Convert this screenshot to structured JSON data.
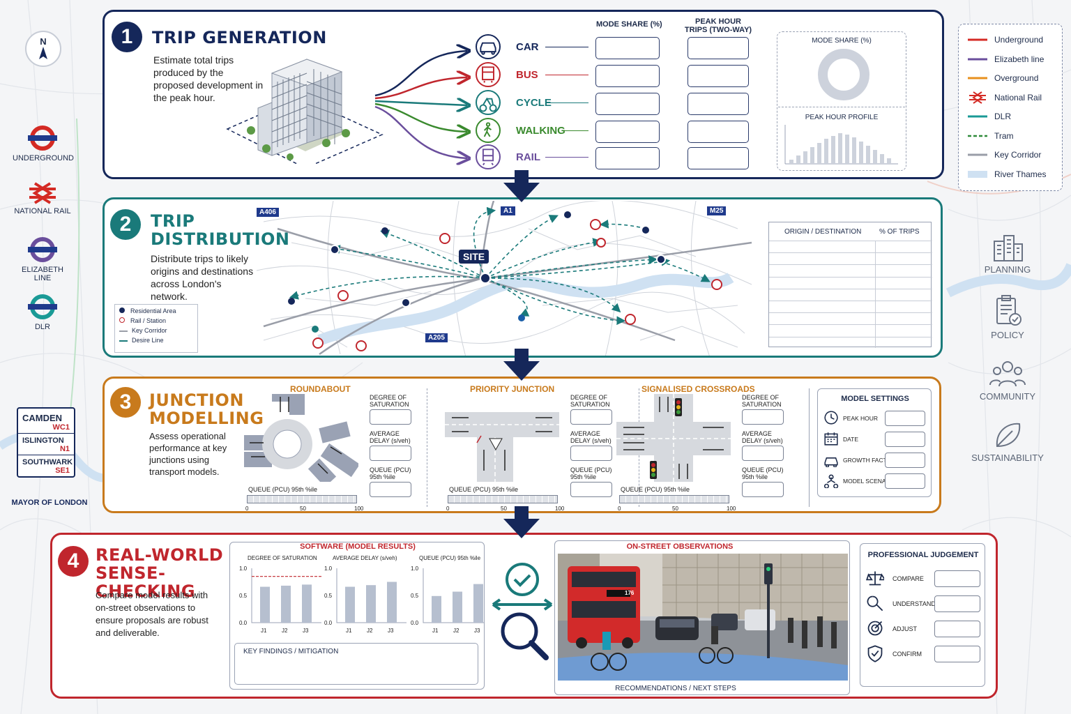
{
  "compass": {
    "letter": "N"
  },
  "left_legend": [
    {
      "label": "UNDERGROUND",
      "icon": "underground-roundel-icon",
      "color": "#d42a24"
    },
    {
      "label": "NATIONAL RAIL",
      "icon": "national-rail-icon",
      "color": "#d42a24"
    },
    {
      "label": "ELIZABETH LINE",
      "icon": "elizabeth-line-roundel-icon",
      "color": "#6a4e9c"
    },
    {
      "label": "DLR",
      "icon": "dlr-roundel-icon",
      "color": "#1a9a96"
    }
  ],
  "boroughs": [
    {
      "name": "CAMDEN",
      "code": "WC1"
    },
    {
      "name": "ISLINGTON",
      "code": "N1"
    },
    {
      "name": "SOUTHWARK",
      "code": "SE1"
    }
  ],
  "mayor": "MAYOR OF LONDON",
  "right_legend": [
    {
      "label": "Underground",
      "color": "#d42a24",
      "style": "solid"
    },
    {
      "label": "Elizabeth line",
      "color": "#6a4e9c",
      "style": "solid"
    },
    {
      "label": "Overground",
      "color": "#e8901e",
      "style": "solid"
    },
    {
      "label": "National Rail",
      "color": "#d42a24",
      "style": "rail-icon"
    },
    {
      "label": "DLR",
      "color": "#1a9a96",
      "style": "solid"
    },
    {
      "label": "Tram",
      "color": "#2e8a3a",
      "style": "dashed"
    },
    {
      "label": "Key Corridor",
      "color": "#9a9ea8",
      "style": "solid"
    },
    {
      "label": "River Thames",
      "color": "#cfe1f2",
      "style": "band"
    }
  ],
  "right_icons": [
    {
      "label": "PLANNING",
      "icon": "buildings-icon"
    },
    {
      "label": "POLICY",
      "icon": "clipboard-check-icon"
    },
    {
      "label": "COMMUNITY",
      "icon": "people-icon"
    },
    {
      "label": "SUSTAINABILITY",
      "icon": "leaf-icon"
    }
  ],
  "step1": {
    "number": "1",
    "title": "TRIP GENERATION",
    "description": "Estimate total trips produced by the proposed development in the peak hour.",
    "col_mode_share": "MODE SHARE (%)",
    "col_peak_trips": "PEAK HOUR TRIPS (TWO-WAY)",
    "modes": [
      {
        "label": "CAR",
        "color": "#15275a",
        "icon": "car-icon"
      },
      {
        "label": "BUS",
        "color": "#c0262d",
        "icon": "bus-icon"
      },
      {
        "label": "CYCLE",
        "color": "#1a7a7a",
        "icon": "bicycle-icon"
      },
      {
        "label": "WALKING",
        "color": "#3a8a2e",
        "icon": "walking-person-icon"
      },
      {
        "label": "RAIL",
        "color": "#6a4e9c",
        "icon": "train-icon"
      }
    ],
    "mini_mode_share": "MODE SHARE (%)",
    "mini_peak_profile": "PEAK HOUR PROFILE"
  },
  "step2": {
    "number": "2",
    "title": "TRIP DISTRIBUTION",
    "description": "Distribute trips to likely origins and destinations across London's network.",
    "site_label": "SITE",
    "road_labels": [
      "A406",
      "A1",
      "M25",
      "A205"
    ],
    "legend": [
      "Residential Area",
      "Rail / Station",
      "Key Corridor",
      "Desire Line"
    ],
    "table_col1": "ORIGIN / DESTINATION",
    "table_col2": "% OF TRIPS"
  },
  "step3": {
    "number": "3",
    "title": "JUNCTION MODELLING",
    "description": "Assess operational performance at key junctions using transport models.",
    "junctions": [
      "ROUNDABOUT",
      "PRIORITY JUNCTION",
      "SIGNALISED CROSSROADS"
    ],
    "metrics": [
      "DEGREE OF SATURATION",
      "AVERAGE DELAY (s/veh)",
      "QUEUE (PCU) 95th %ile"
    ],
    "queue_label": "QUEUE (PCU) 95th %ile",
    "scale_ticks": [
      "0",
      "50",
      "100"
    ],
    "settings_title": "MODEL SETTINGS",
    "settings": [
      {
        "label": "PEAK HOUR",
        "icon": "clock-icon"
      },
      {
        "label": "DATE",
        "icon": "calendar-icon"
      },
      {
        "label": "GROWTH FACTOR",
        "icon": "car-icon"
      },
      {
        "label": "MODEL SCENARIO",
        "icon": "network-icon"
      }
    ]
  },
  "step4": {
    "number": "4",
    "title": "REAL-WORLD SENSE-CHECKING",
    "description": "Compare model results with on-street observations to ensure proposals are robust and deliverable.",
    "software_title": "SOFTWARE (MODEL RESULTS)",
    "key_findings": "KEY FINDINGS / MITIGATION",
    "observations_title": "ON-STREET OBSERVATIONS",
    "bus_sign": "176",
    "recommendations": "RECOMMENDATIONS / NEXT STEPS",
    "judgement_title": "PROFESSIONAL JUDGEMENT",
    "judgement": [
      {
        "label": "COMPARE",
        "icon": "scales-icon"
      },
      {
        "label": "UNDERSTAND",
        "icon": "magnifier-icon"
      },
      {
        "label": "ADJUST",
        "icon": "target-icon"
      },
      {
        "label": "CONFIRM",
        "icon": "shield-check-icon"
      }
    ]
  },
  "chart_data": [
    {
      "type": "bar",
      "title": "DEGREE OF SATURATION",
      "categories": [
        "J1",
        "J2",
        "J3"
      ],
      "values": [
        0.66,
        0.68,
        0.7
      ],
      "yticks": [
        "0.0",
        "0.5",
        "1.0"
      ],
      "ylim": [
        0,
        1.0
      ],
      "threshold": 0.85,
      "threshold_color": "#c0262d"
    },
    {
      "type": "bar",
      "title": "AVERAGE DELAY (s/veh)",
      "categories": [
        "J1",
        "J2",
        "J3"
      ],
      "values": [
        0.66,
        0.69,
        0.75
      ],
      "yticks": [
        "0.0",
        "0.5",
        "1.0"
      ],
      "ylim": [
        0,
        1.0
      ]
    },
    {
      "type": "bar",
      "title": "QUEUE (PCU) 95th %ile",
      "categories": [
        "J1",
        "J2",
        "J3"
      ],
      "values": [
        0.49,
        0.57,
        0.71
      ],
      "yticks": [
        "0.0",
        "0.5",
        "1.0"
      ],
      "ylim": [
        0,
        1.0
      ]
    }
  ]
}
